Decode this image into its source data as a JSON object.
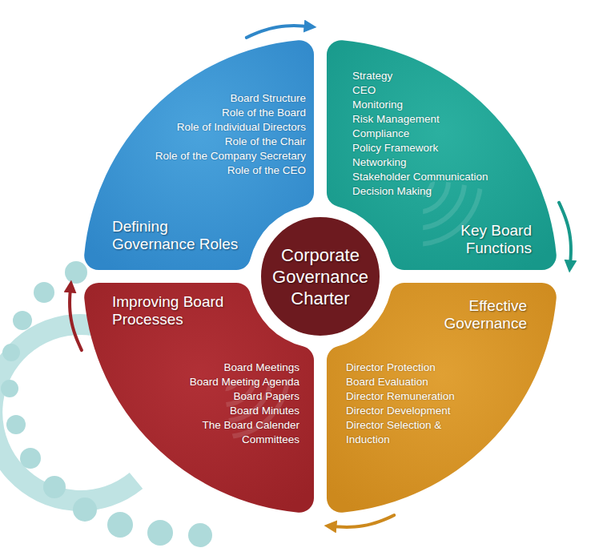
{
  "diagram": {
    "nodes": [
      {
        "text": [
          "Corporate Governance Charter"
        ]
      },
      {
        "text": [
          "Defining Governance Roles",
          "Board Structure",
          "Role of the Board",
          "Role of Individual Directors",
          "Role of the Chair",
          "Role of the Company Secretary",
          "Role of the CEO"
        ]
      },
      {
        "text": [
          "Key Board Functions",
          "Strategy",
          "CEO",
          "Monitoring",
          "Risk Management",
          "Compliance",
          "Policy Framework",
          "Networking",
          "Stakeholder Communication",
          "Decision Making"
        ]
      },
      {
        "text": [
          "Improving Board Processes",
          "Board Meetings",
          "Board Meeting Agenda",
          "Board Papers",
          "Board Minutes",
          "The Board Calender",
          "Committees"
        ]
      },
      {
        "text": [
          "Effective Governance",
          "Director Protection",
          "Board Evaluation",
          "Director Remuneration",
          "Director Development",
          "Director Selection & Induction"
        ]
      }
    ],
    "edges": [
      {
        "from": 1,
        "to": 2,
        "arrow": "to"
      },
      {
        "from": 2,
        "to": 4,
        "arrow": "to"
      },
      {
        "from": 4,
        "to": 3,
        "arrow": "to"
      },
      {
        "from": 3,
        "to": 1,
        "arrow": "to"
      }
    ]
  }
}
